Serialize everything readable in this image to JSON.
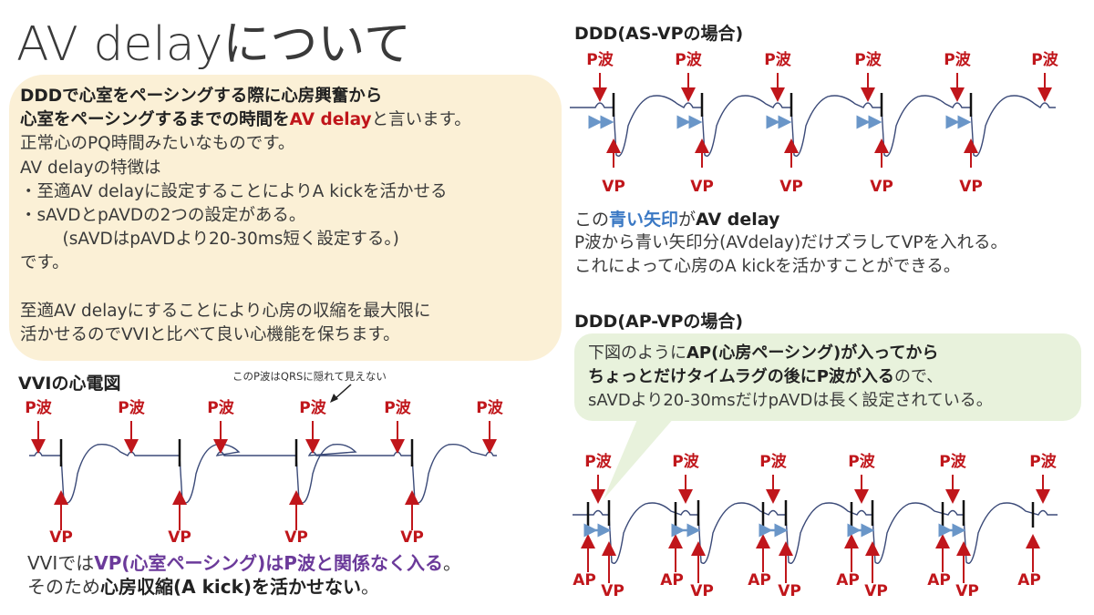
{
  "title": "AV delayについて",
  "intro": {
    "line1_bold": "DDDで心室をペーシングする際に心房興奮から",
    "line2_bold": "心室をペーシングするまでの時間を",
    "line2_red": "AV delay",
    "line2_tail": "と言います。",
    "line3": "正常心のPQ時間みたいなものです。",
    "line4": "AV delayの特徴は",
    "line5": "・至適AV delayに設定することによりA kickを活かせる",
    "line6": "・sAVDとpAVDの2つの設定がある。",
    "line7": "　(sAVDはpAVDより20-30ms短く設定する。)",
    "line8": "です。",
    "line9": "至適AV delayにすることにより心房の収縮を最大限に",
    "line10": "活かせるのでVVIと比べて良い心機能を保ちます。"
  },
  "vvi": {
    "heading": "VVIの心電図",
    "note": "このP波はQRSに隠れて見えない",
    "p_label": "P波",
    "vp_label": "VP",
    "caption_pre": "VVIでは",
    "caption_purple": "VP(心室ペーシング)はP波と関係なく入る",
    "caption_post": "。",
    "caption2_pre": "そのため",
    "caption2_bold": "心房収縮(A kick)を活かせない",
    "caption2_post": "。"
  },
  "asvp": {
    "heading": "DDD(AS-VPの場合)",
    "p_label": "P波",
    "vp_label": "VP",
    "desc1_pre": "この",
    "desc1_blue": "青い矢印",
    "desc1_mid": "が",
    "desc1_bold": "AV delay",
    "desc2": "P波から青い矢印分(AVdelay)だけズラしてVPを入れる。",
    "desc3": "これによって心房のA kickを活かすことができる。"
  },
  "apvp": {
    "heading": "DDD(AP-VPの場合)",
    "bubble1_pre": "下図のように",
    "bubble1_bold": "AP(心房ペーシング)が入ってから",
    "bubble2_bold": "ちょっとだけタイムラグの後にP波が入る",
    "bubble2_post": "ので、",
    "bubble3": "sAVDより20-30msだけpAVDは長く設定されている。",
    "p_label": "P波",
    "ap_label": "AP",
    "vp_label": "VP"
  },
  "colors": {
    "red": "#c0161b",
    "blue_arrow": "#6a96c8",
    "trace": "#3b4a78",
    "beige": "#fbf0d6",
    "green": "#e8f2dc"
  }
}
